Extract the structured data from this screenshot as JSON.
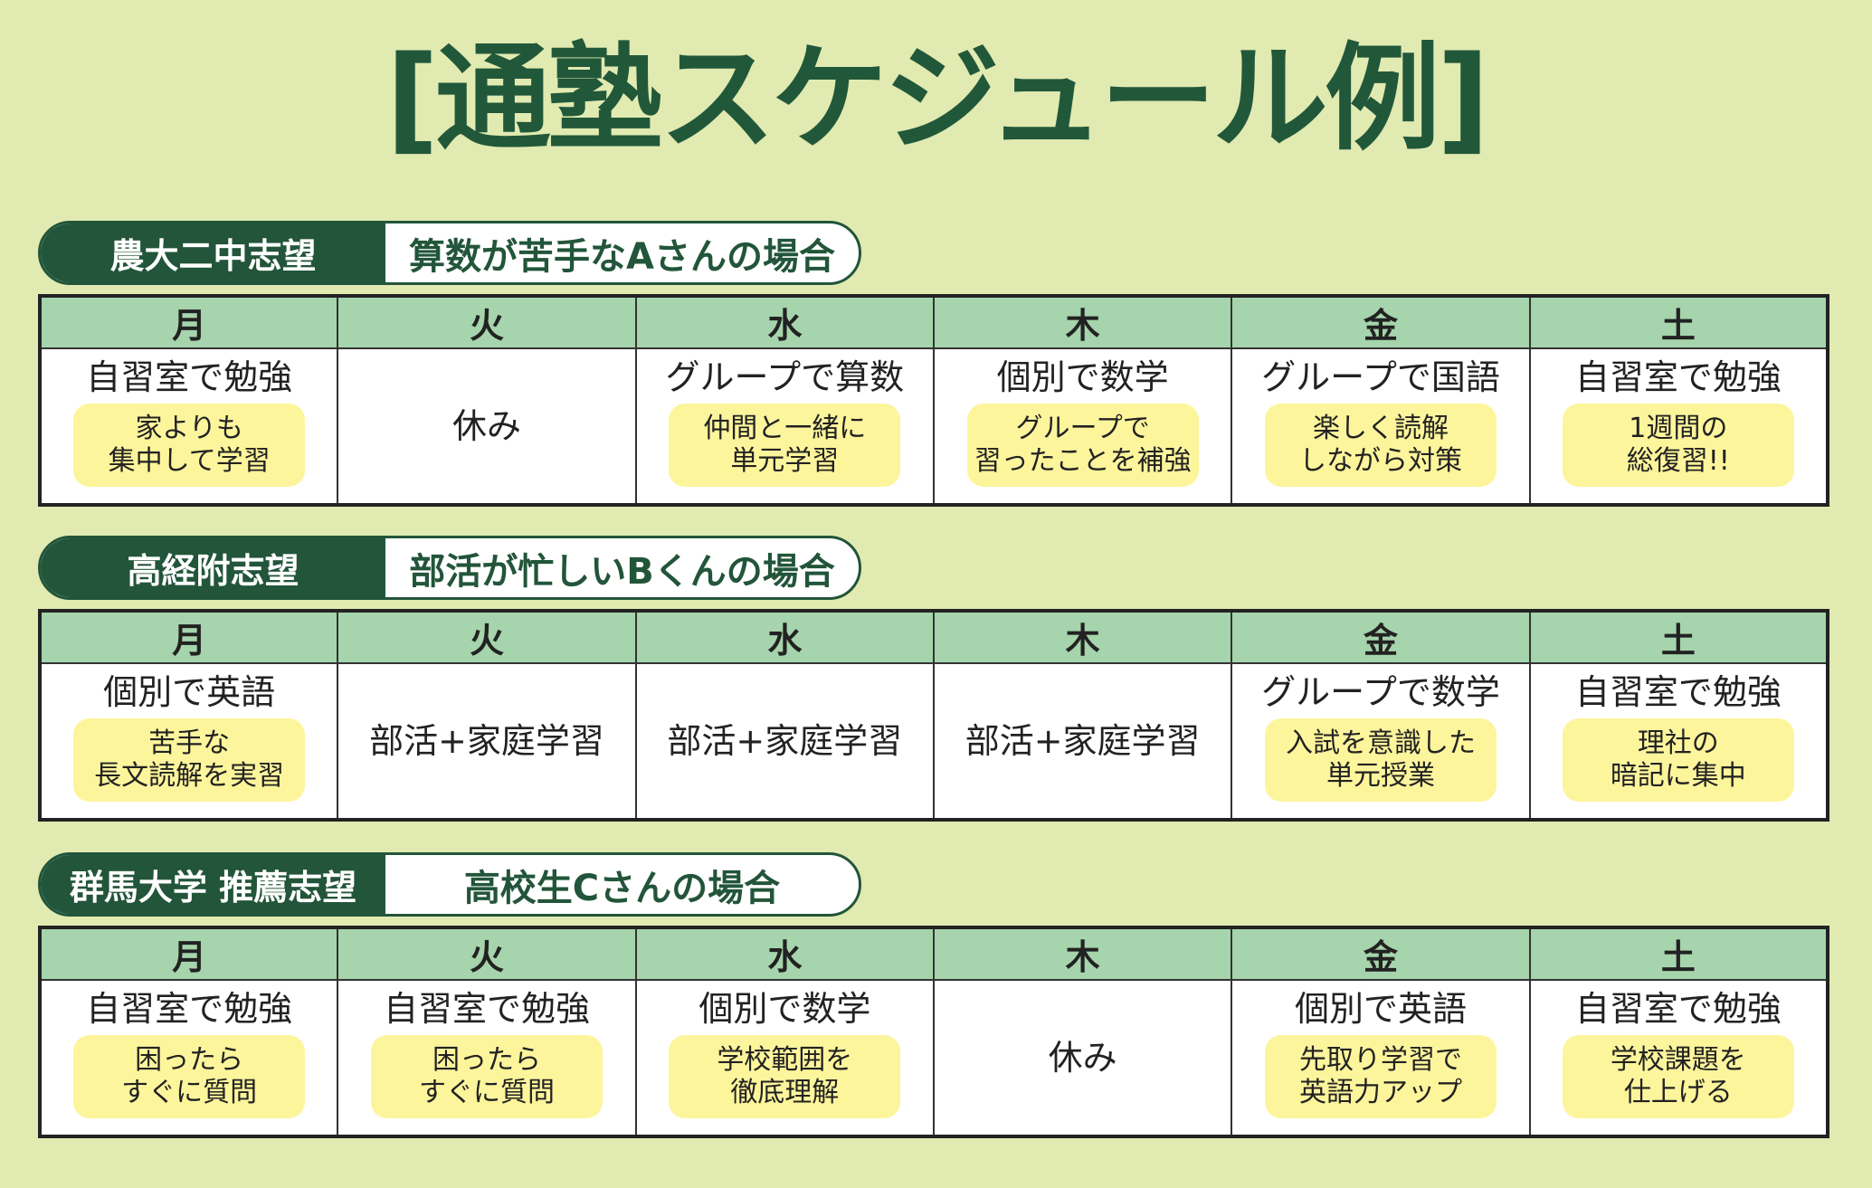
{
  "title": "[通塾スケジュール例]",
  "days": [
    "月",
    "火",
    "水",
    "木",
    "金",
    "土"
  ],
  "colors": {
    "background": "#e1eab1",
    "dark_green": "#22553a",
    "header_green": "#a6d4ac",
    "note_yellow": "#fdf59c"
  },
  "sections": [
    {
      "goal": "農大二中志望",
      "case": "算数が苦手なAさんの場合",
      "cells": [
        {
          "main": "自習室で勉強",
          "note": "家よりも\n集中して学習"
        },
        {
          "main": "休み",
          "note": null
        },
        {
          "main": "グループで算数",
          "note": "仲間と一緒に\n単元学習"
        },
        {
          "main": "個別で数学",
          "note": "グループで\n習ったことを補強"
        },
        {
          "main": "グループで国語",
          "note": "楽しく読解\nしながら対策"
        },
        {
          "main": "自習室で勉強",
          "note": "1週間の\n総復習!!"
        }
      ]
    },
    {
      "goal": "高経附志望",
      "case": "部活が忙しいBくんの場合",
      "cells": [
        {
          "main": "個別で英語",
          "note": "苦手な\n長文読解を実習"
        },
        {
          "main": "部活+家庭学習",
          "note": null
        },
        {
          "main": "部活+家庭学習",
          "note": null
        },
        {
          "main": "部活+家庭学習",
          "note": null
        },
        {
          "main": "グループで数学",
          "note": "入試を意識した\n単元授業"
        },
        {
          "main": "自習室で勉強",
          "note": "理社の\n暗記に集中"
        }
      ]
    },
    {
      "goal": "群馬大学 推薦志望",
      "case": "高校生Cさんの場合",
      "cells": [
        {
          "main": "自習室で勉強",
          "note": "困ったら\nすぐに質問"
        },
        {
          "main": "自習室で勉強",
          "note": "困ったら\nすぐに質問"
        },
        {
          "main": "個別で数学",
          "note": "学校範囲を\n徹底理解"
        },
        {
          "main": "休み",
          "note": null
        },
        {
          "main": "個別で英語",
          "note": "先取り学習で\n英語力アップ"
        },
        {
          "main": "自習室で勉強",
          "note": "学校課題を\n仕上げる"
        }
      ]
    }
  ]
}
